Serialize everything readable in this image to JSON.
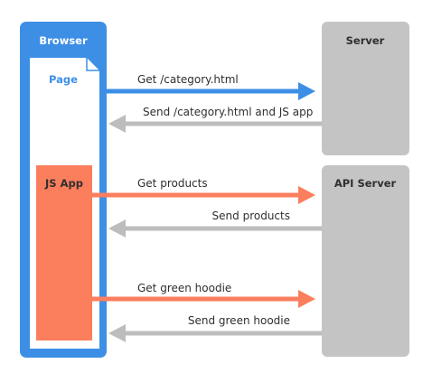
{
  "browser": {
    "title": "Browser",
    "page_label": "Page",
    "app_label": "JS App"
  },
  "server": {
    "title": "Server"
  },
  "api_server": {
    "title": "API Server"
  },
  "messages": [
    {
      "text": "Get /category.html",
      "direction": "right",
      "color": "blue"
    },
    {
      "text": "Send /category.html and JS app",
      "direction": "left",
      "color": "gray"
    },
    {
      "text": "Get products",
      "direction": "right",
      "color": "orange"
    },
    {
      "text": "Send products",
      "direction": "left",
      "color": "gray"
    },
    {
      "text": "Get green hoodie",
      "direction": "right",
      "color": "orange"
    },
    {
      "text": "Send green hoodie",
      "direction": "left",
      "color": "gray"
    }
  ],
  "colors": {
    "blue": "#3d8fe6",
    "orange": "#fb7e5d",
    "gray": "#bdbdbd",
    "server_box": "#c4c4c4",
    "text": "#2f2f2f",
    "white": "#ffffff"
  }
}
